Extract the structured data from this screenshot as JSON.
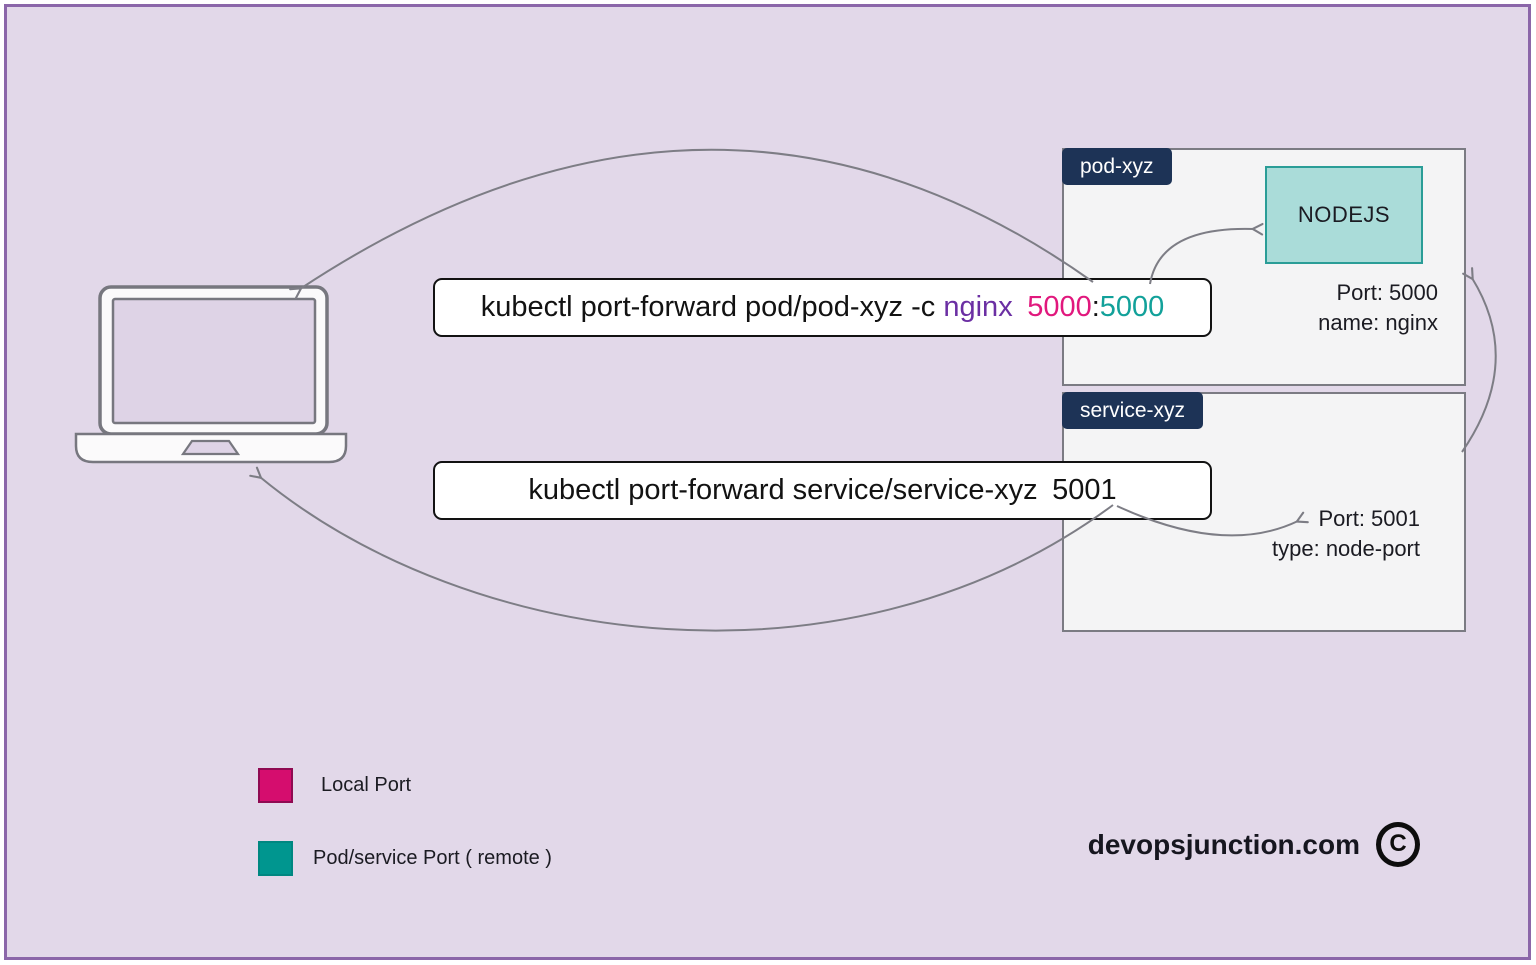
{
  "commands": {
    "pod": {
      "prefix": "kubectl port-forward pod/pod-xyz -c",
      "container": "nginx",
      "local_port": "5000",
      "separator": ":",
      "remote_port": "5000"
    },
    "service": {
      "prefix": "kubectl port-forward service/service-xyz",
      "local_port": "5001"
    }
  },
  "pod_box": {
    "label": "pod-xyz",
    "container_name": "NODEJS",
    "port_line": "Port: 5000",
    "name_line": "name: nginx"
  },
  "service_box": {
    "label": "service-xyz",
    "port_line": "Port: 5001",
    "type_line": "type: node-port"
  },
  "legend": {
    "items": [
      {
        "label": "Local Port",
        "color": "#d50d6e"
      },
      {
        "label": "Pod/service Port ( remote )",
        "color": "#00968f"
      }
    ]
  },
  "footer": {
    "site": "devopsjunction.com",
    "copyright_symbol": "C"
  },
  "colors": {
    "background": "#e2d8e9",
    "frame_border": "#8b66a9",
    "box_label_bg": "#1d3356",
    "nodejs_fill": "#aadcd9",
    "nodejs_border": "#2a9d97",
    "container_text": "#6b2fa3",
    "local_port_text": "#e1187d",
    "remote_port_text": "#12a19a",
    "arrow": "#7d7d85"
  }
}
